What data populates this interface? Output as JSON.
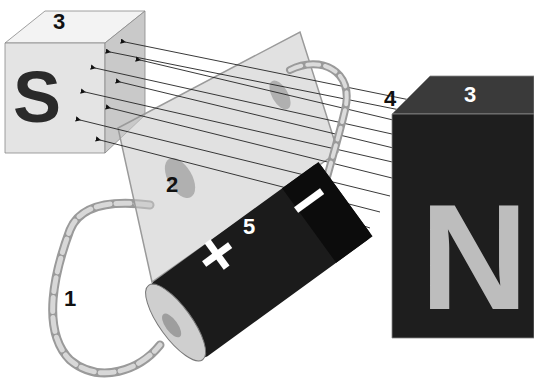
{
  "diagram": {
    "nodes": [
      {
        "text": [
          "3",
          "S"
        ]
      },
      {
        "text": [
          "3",
          "N"
        ]
      },
      {
        "text": [
          "+",
          "−"
        ]
      }
    ],
    "labels": [
      "2",
      "4",
      "1",
      "5"
    ]
  }
}
